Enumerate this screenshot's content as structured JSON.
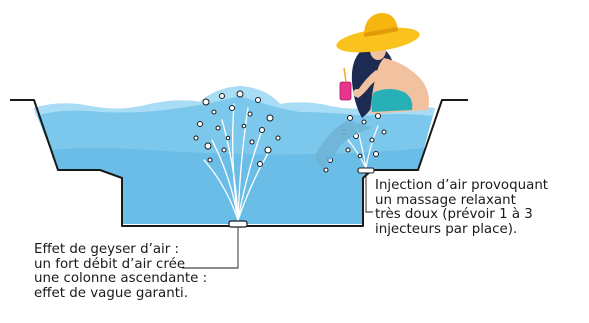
{
  "captions": {
    "geyser": [
      "Effet de geyser d’air :",
      "un fort débit d’air crée",
      "une colonne ascendante :",
      "effet de vague garanti."
    ],
    "injection": [
      "Injection d’air provoquant",
      "un massage relaxant",
      "très doux (prévoir 1 à 3",
      "injecteurs par place)."
    ]
  },
  "colors": {
    "water": "#7cc8ec",
    "water_dark": "#4fa9d8",
    "water_surface": "#a9dcf5",
    "outline": "#1a1a1a",
    "hat": "#f9c21c",
    "swimsuit": "#27b1b7",
    "hair": "#1d2a52",
    "skin": "#f2c2a0",
    "drink": "#e8358d"
  }
}
